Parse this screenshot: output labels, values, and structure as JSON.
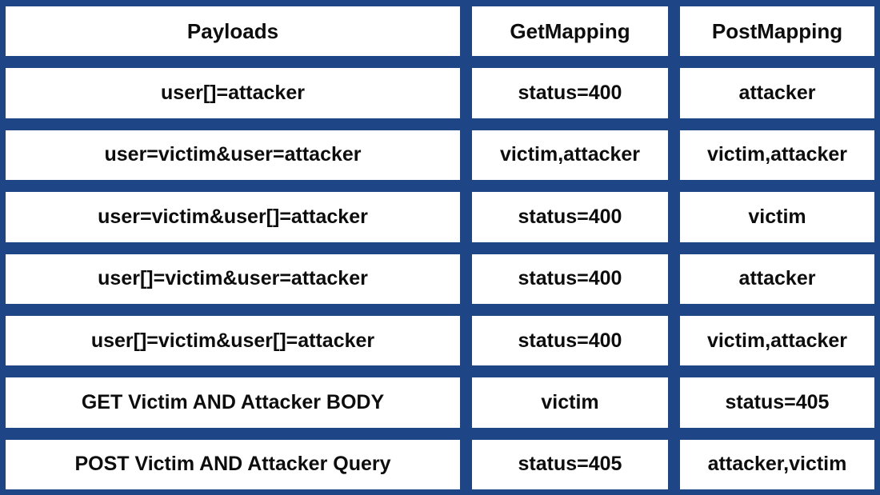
{
  "title": "Parameter pollution mapping results table",
  "colors": {
    "background_navy": "#1e4586",
    "cell_background": "#ffffff",
    "text": "#0d0d0d"
  },
  "chart_data": {
    "type": "table",
    "columns": [
      "Payloads",
      "GetMapping",
      "PostMapping"
    ],
    "rows": [
      [
        "user[]=attacker",
        "status=400",
        "attacker"
      ],
      [
        "user=victim&user=attacker",
        "victim,attacker",
        "victim,attacker"
      ],
      [
        "user=victim&user[]=attacker",
        "status=400",
        "victim"
      ],
      [
        "user[]=victim&user=attacker",
        "status=400",
        "attacker"
      ],
      [
        "user[]=victim&user[]=attacker",
        "status=400",
        "victim,attacker"
      ],
      [
        "GET Victim AND Attacker BODY",
        "victim",
        "status=405"
      ],
      [
        "POST Victim AND Attacker Query",
        "status=405",
        "attacker,victim"
      ]
    ],
    "layout": {
      "grid": "navy gaps between white cells",
      "header_row": true,
      "legend": "none"
    }
  }
}
